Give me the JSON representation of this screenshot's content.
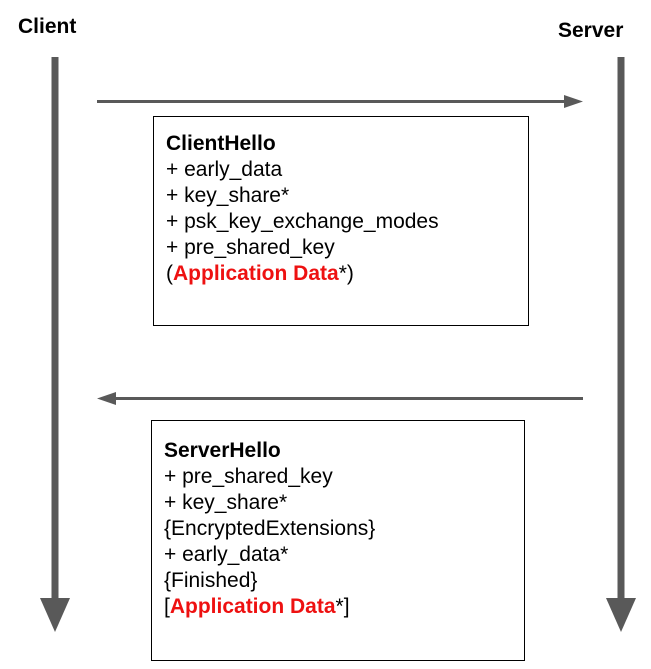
{
  "participants": {
    "client": "Client",
    "server": "Server"
  },
  "colors": {
    "lifeline": "#595959",
    "arrow": "#595959",
    "application_data": "#ee1111"
  },
  "messages": {
    "client_hello": {
      "direction": "client-to-server",
      "title": "ClientHello",
      "lines": [
        "+ early_data",
        "+ key_share*",
        "+ psk_key_exchange_modes",
        "+ pre_shared_key"
      ],
      "app_data": {
        "open": "(",
        "label": "Application Data",
        "star": "*",
        "close": ")"
      }
    },
    "server_hello": {
      "direction": "server-to-client",
      "title": "ServerHello",
      "lines": [
        "+ pre_shared_key",
        "+ key_share*",
        "{EncryptedExtensions}",
        "+ early_data*",
        "{Finished}"
      ],
      "app_data": {
        "open": "[",
        "label": "Application Data",
        "star": "*",
        "close": "]"
      }
    }
  }
}
